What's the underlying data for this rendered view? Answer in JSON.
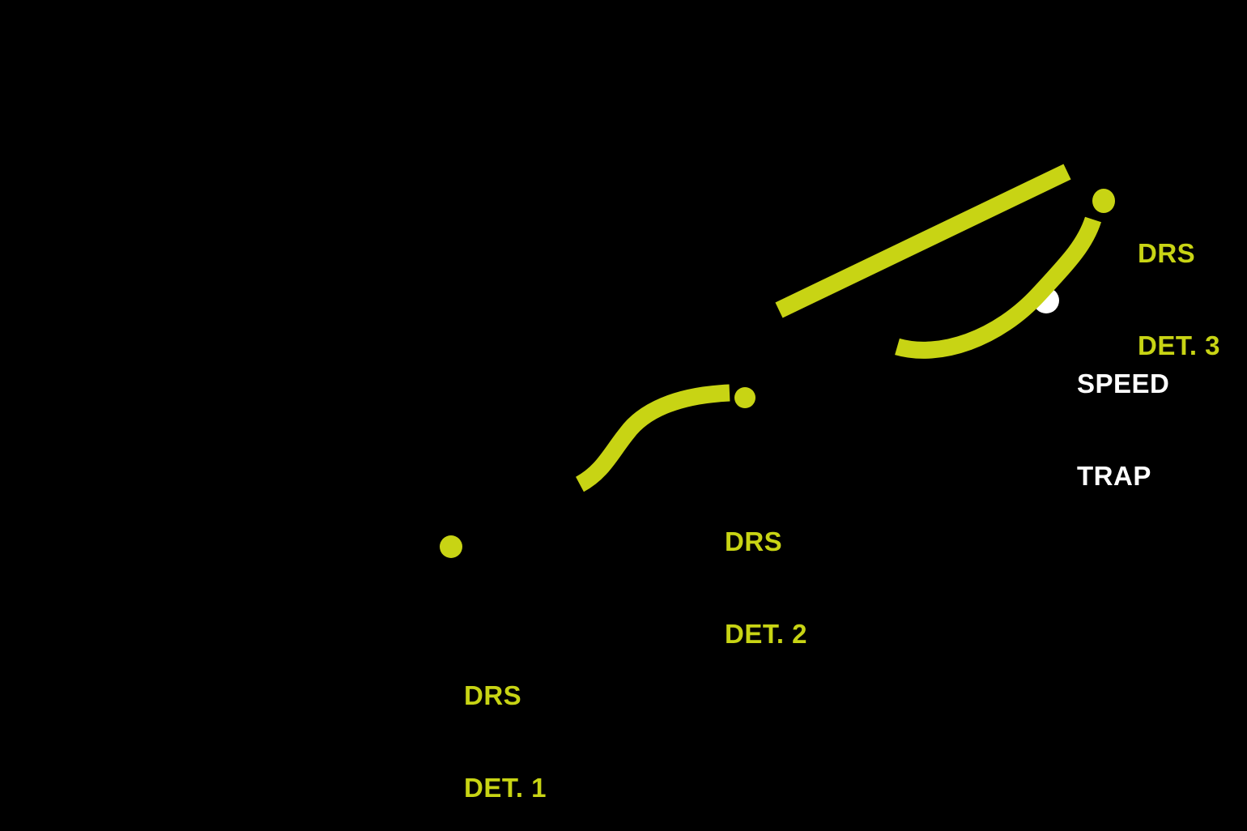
{
  "diagram": {
    "type": "f1-track-drs-zones-map",
    "background_color": "#000000",
    "colors": {
      "lime": "#c8d414",
      "white": "#ffffff"
    },
    "labels": {
      "drs_det_1": {
        "line1": "DRS",
        "line2": "DET. 1"
      },
      "drs_det_2": {
        "line1": "DRS",
        "line2": "DET. 2"
      },
      "drs_det_3": {
        "line1": "DRS",
        "line2": "DET. 3"
      },
      "speed_trap": {
        "line1": "SPEED",
        "line2": "TRAP"
      }
    },
    "markers": [
      {
        "name": "drs-det-1-marker",
        "shape": "dot",
        "color": "#c8d414"
      },
      {
        "name": "drs-det-2-marker",
        "shape": "dot",
        "color": "#c8d414"
      },
      {
        "name": "drs-det-3-marker",
        "shape": "dot",
        "color": "#c8d414"
      },
      {
        "name": "speed-trap-marker",
        "shape": "dot",
        "color": "#ffffff"
      }
    ],
    "track_segments": [
      {
        "name": "drs-zone-straight-band",
        "style": "thick lime stroke"
      },
      {
        "name": "speed-trap-arc-band",
        "style": "thick lime stroke"
      },
      {
        "name": "drs-zone-s-curve-band",
        "style": "thick lime stroke"
      }
    ]
  }
}
